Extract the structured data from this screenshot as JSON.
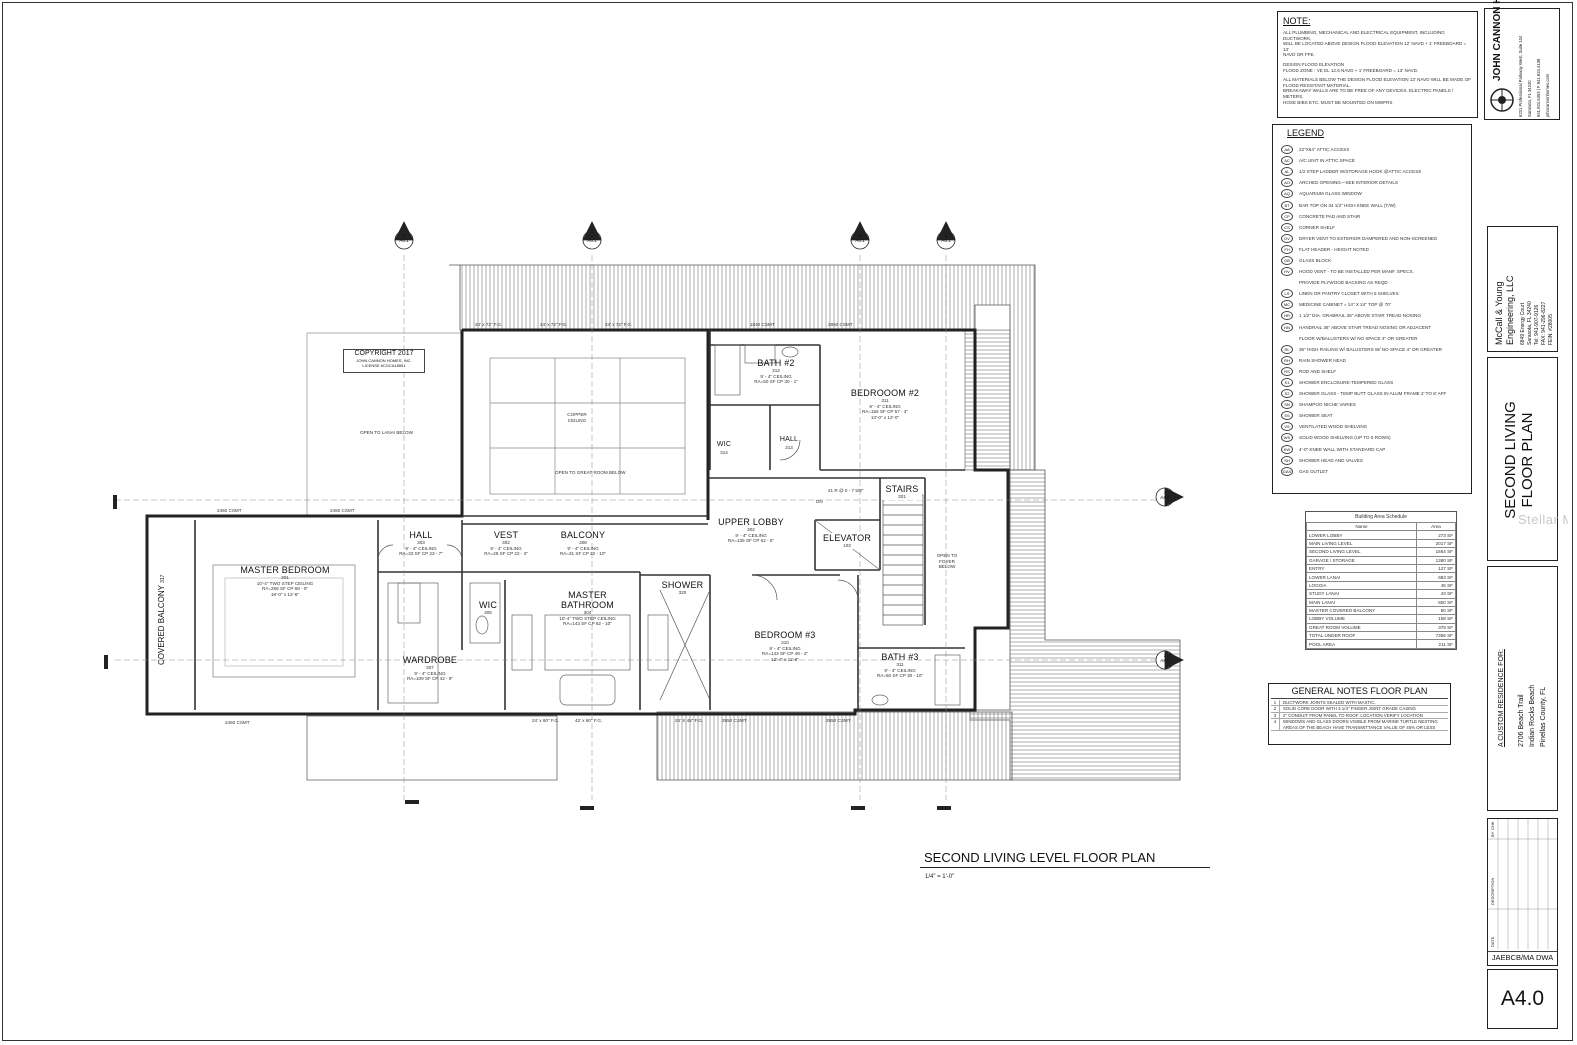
{
  "plan": {
    "title": "SECOND LIVING LEVEL FLOOR PLAN",
    "scale": "1/4\" = 1'-0\"",
    "copyright": [
      "COPYRIGHT 2017",
      "JOHN CANNON HOMES, INC.",
      "LICENSE #CGCA18551"
    ],
    "section_markers": [
      {
        "num": "1",
        "sheet": "A6.1"
      },
      {
        "num": "2",
        "sheet": "A6.1"
      },
      {
        "num": "4",
        "sheet": "A6.1"
      },
      {
        "num": "3",
        "sheet": "A6.1"
      },
      {
        "num": "1",
        "sheet": "A6.0"
      },
      {
        "num": "2",
        "sheet": "A6.0"
      }
    ],
    "rooms": {
      "master_bedroom": {
        "name": "MASTER BEDROOM",
        "num": "301",
        "notes": "10'-4\" TWO STEP CEILING",
        "area": "RA=256 SF CP 68 - 0\"",
        "dims": "19'-0\" x 12'-8\""
      },
      "hall303": {
        "name": "HALL",
        "num": "303",
        "notes": "9' - 4\" CEILING",
        "area": "RA=32 SF CP 23 - 7\""
      },
      "vest": {
        "name": "VEST",
        "num": "302",
        "notes": "9' - 4\" CEILING",
        "area": "RA=28 SF CP 22 - 3\""
      },
      "balcony": {
        "name": "BALCONY",
        "num": "308",
        "notes": "9' - 4\" CEILING",
        "area": "RA=31 SF CP 22 - 10\""
      },
      "wic": {
        "name": "WIC",
        "num": "305"
      },
      "master_bath": {
        "name": "MASTER BATHROOM",
        "num": "304",
        "notes": "10'-4\" TWO STEP CEILING",
        "area": "RA=143 SF CP 62 - 10\""
      },
      "wardrobe": {
        "name": "WARDROBE",
        "num": "307",
        "notes": "9' - 4\" CEILING",
        "area": "RA=109 SF CP 42 - 9\""
      },
      "shower": {
        "name": "SHOWER",
        "num": "320"
      },
      "upper_lobby": {
        "name": "UPPER LOBBY",
        "num": "302",
        "notes": "9' - 4\" CEILING",
        "area": "RA=135 SF CP 62 - 5\""
      },
      "elevator": {
        "name": "ELEVATOR",
        "num": "103"
      },
      "stairs": {
        "name": "STAIRS",
        "num": "301"
      },
      "bedroom2": {
        "name": "BEDROOOM #2",
        "num": "311",
        "notes": "9' - 4\" CEILING",
        "area": "RA=156 SF CP 57 - 4\"",
        "dims": "13'-0\" x 12'-0\""
      },
      "bath2": {
        "name": "BATH #2",
        "num": "312",
        "notes": "9' - 4\" CEILING",
        "area": "RA=50 SF CP 30 - 1\""
      },
      "bedroom3": {
        "name": "BEDROOM #3",
        "num": "310",
        "notes": "9' - 4\" CEILING",
        "area": "RA=143 SF CP 48 - 2\"",
        "dims": "12'-4\" x 11'-8\""
      },
      "bath3": {
        "name": "BATH #3",
        "num": "311",
        "notes": "9' - 4\" CEILING",
        "area": "RA=50 SF CP 30 - 10\""
      },
      "covered_balcony": {
        "name": "COVERED BALCONY",
        "num": "317"
      },
      "hall_b2": {
        "name": "HALL",
        "num": "313"
      },
      "wic_b2": {
        "name": "WIC",
        "num": "314"
      }
    },
    "notes_on_plan": [
      "OPEN TO LANAI BELOW",
      "OPEN TO GREAT ROOM BELOW",
      "OPEN TO FOYER BELOW",
      "COPPER CEILING",
      "21 R @ 0 - 7 5/8\"",
      "DN"
    ],
    "dimensions": [
      "2450 CSMT",
      "2450 CSMT",
      "2450 CSMT",
      "24' x 72\" F.G.",
      "24' x 72\" F.G.",
      "24' x 72\" F.G.",
      "1840 CSMT",
      "2850 CSMT",
      "24' x 60\" F.G.",
      "42' x 60\" F.G.",
      "24' X 48\" F.G.",
      "2850 CSMT",
      "2850 CSMT"
    ]
  },
  "note_block": {
    "heading": "NOTE:",
    "lines": [
      "ALL PLUMBING, MECHANICAL AND ELECTRICAL EQUIPMENT, INCLUDING DUCTWORK,",
      "WILL BE LOCATED ABOVE DESIGN FLOOD ELEVATION 12' NAVD + 1' FREEBOARD = 13'",
      "NAVD OR FFE.",
      "",
      "DESIGN FLOOD ELEVATION",
      "FLOOD ZONE : VE EL 12.5 NAVD + 1' FREEBOARD = 13' NAVD.",
      "",
      "ALL MATERIALS BELOW THE DESIGN FLOOD ELEVATION 13' NAVD WILL BE MADE OF",
      "FLOOD RESISTANT MATERIAL.",
      "BREAKAWAY WALLS ARE TO BE FREE OF ANY DEVICES. ELECTRIC PANELS / METERS,",
      "HOSE BIBS ETC. MUST BE MOUNTED ON MWFRS"
    ]
  },
  "company": {
    "name": "JOHN CANNON HOMES",
    "address": [
      "6231 Professional Parkway West, Suite 104",
      "Sarasota, FL 34240",
      "941.924.5353 | F 941.924.4139",
      "johncannonhomes.com"
    ]
  },
  "legend": {
    "title": "LEGEND",
    "items": [
      {
        "sym": "AA",
        "text": "22\"X54\" ATTIC ACCESS"
      },
      {
        "sym": "AC",
        "text": "A/C UNIT IN ATTIC SPACE"
      },
      {
        "sym": "AL",
        "text": "1/2 STEP LADDER W/STORAGE HOOK @ATTIC ACCESS"
      },
      {
        "sym": "AO",
        "text": "ARCHED OPENING—SEE INTERIOR DETAILS"
      },
      {
        "sym": "AQ",
        "text": "AQUARIUM GLASS WINDOW"
      },
      {
        "sym": "BT",
        "text": "BAR TOP ON 34 1/2\" HIGH KNEE WALL (T/W)"
      },
      {
        "sym": "CP",
        "text": "CONCRETE PAD AND STAIR"
      },
      {
        "sym": "CS",
        "text": "CORNER SHELF"
      },
      {
        "sym": "DV",
        "text": "DRYER VENT TO EXTERIOR DAMPERED AND NON-SCREENED"
      },
      {
        "sym": "FH",
        "text": "FLAT HEADER - HEIGHT NOTED"
      },
      {
        "sym": "GB",
        "text": "GLASS BLOCK"
      },
      {
        "sym": "HV",
        "text": "HOOD VENT - TO BE INSTALLED PER MANF. SPECS."
      },
      {
        "sym": "",
        "text": "PROVIDE PLYWOOD BACKING AS REQD"
      },
      {
        "sym": "LS",
        "text": "LINEN OR PANTRY CLOSET WITH 5 SHELVES"
      },
      {
        "sym": "MC",
        "text": "MEDICINE CABINET = 14\" X 24\" TOP @ 70\""
      },
      {
        "sym": "HR",
        "text": "1 1/2\" DIA. GRABRAIL 36\" ABOVE STAIR TREAD NOSING"
      },
      {
        "sym": "HN",
        "text": "HANDRAIL 36\" ABOVE STAIR TREAD NOSING OR ADJACENT"
      },
      {
        "sym": "",
        "text": "FLOOR W/BALUSTERS W/ NO SPACE 4\" OR GREATER"
      },
      {
        "sym": "RL",
        "text": "36\" HIGH RAILING W/ BALUSTERS W/ NO SPACE 4\" OR GREATER"
      },
      {
        "sym": "RH",
        "text": "RAIN SHOWER HEAD"
      },
      {
        "sym": "RS",
        "text": "ROD AND SHELF"
      },
      {
        "sym": "S1",
        "text": "SHOWER ENCLOSURE-TEMPERED GLASS"
      },
      {
        "sym": "S2",
        "text": "SHOWER GLASS - TEMP BUTT GLASS IN ALUM FRAME 2' TO 8' AFF"
      },
      {
        "sym": "SN",
        "text": "SHAMPOO NICHE VARIES"
      },
      {
        "sym": "SS",
        "text": "SHOWER SEAT"
      },
      {
        "sym": "VS",
        "text": "VENTILATED WOOD SHELVING"
      },
      {
        "sym": "WS",
        "text": "SOLID WOOD SHELVING (UP TO 5 ROWS)"
      },
      {
        "sym": "KW",
        "text": "4'-0\" KNEE WALL WITH STANDARD CAP"
      },
      {
        "sym": "SH",
        "text": "SHOWER HEAD AND VALVES"
      },
      {
        "sym": "GAS",
        "text": "GAS OUTLET"
      }
    ]
  },
  "area_schedule": {
    "title": "Building Area Schedule",
    "columns": [
      "Name",
      "Area"
    ],
    "rows": [
      [
        "LOWER LOBBY",
        "273 SF"
      ],
      [
        "MAIN LIVING LEVEL",
        "2017 SF"
      ],
      [
        "SECOND LIVING LEVEL",
        "1554 SF"
      ],
      [
        "GARAGE / STORAGE",
        "1380 SF"
      ],
      [
        "ENTRY",
        "127 SF"
      ],
      [
        "LOWER LANAI",
        "683 SF"
      ],
      [
        "LOGGIA",
        "45 SF"
      ],
      [
        "STUDY LANAI",
        "43 SF"
      ],
      [
        "MAIN LANAI",
        "600 SF"
      ],
      [
        "MASTER COVERED BALCONY",
        "80 SF"
      ],
      [
        "LOBBY VOLUME",
        "158 SF"
      ],
      [
        "GREAT ROOM VOLUME",
        "378 SF"
      ],
      [
        "TOTAL UNDER ROOF",
        "7356 SF"
      ],
      [
        "POOL AREA",
        "211 SF"
      ]
    ]
  },
  "general_notes": {
    "title": "GENERAL NOTES FLOOR PLAN",
    "items": [
      {
        "n": "1",
        "text": "DUCTWORK JOINTS SEALED WITH MASTIC."
      },
      {
        "n": "2",
        "text": "SOLID CORE DOOR WITH 3 1/4\" FINGER JOINT GRADE CASING"
      },
      {
        "n": "3",
        "text": "2\" CONDUIT FROM PANEL TO ROOF. LOCATION VERIFY LOCATION"
      },
      {
        "n": "4",
        "text": "WINDOWS AND GLASS DOORS VISIBLE FROM MARINE TURTLE NESTING AREAS OF THE BEACH HAVE TRANSMITTANCE VALUE OF 45% OR LESS"
      }
    ]
  },
  "engineer": {
    "name": "McCall & Young Engineering, LLC",
    "details": [
      "6849 Energy Court",
      "Sarasota, FL 34240",
      "Tel: 941-907-9126",
      "FAX: 941-296-8227",
      "FEIN: #28005"
    ]
  },
  "sheet_title": "SECOND LIVING FLOOR PLAN",
  "residence": {
    "label": "A CUSTOM RESIDENCE FOR:",
    "address": [
      "2706 Beach Trail",
      "Indian Rocks Beach",
      "Pinellas County, FL"
    ]
  },
  "revisions": {
    "drawn": "JAEBCB/MA DWA",
    "columns": [
      "DATE",
      "DESCRIPTION",
      "BY",
      "CHK"
    ]
  },
  "sheet_number": "A4.0",
  "watermark": "Stellar MLS"
}
